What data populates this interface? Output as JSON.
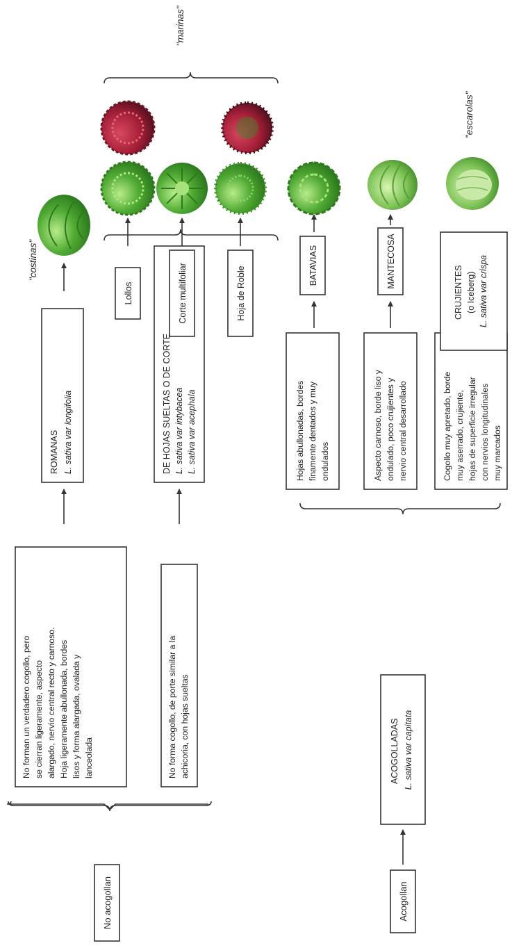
{
  "colors": {
    "line": "#333333",
    "box_border": "#333333",
    "lettuce_green_light": "#8fd96a",
    "lettuce_green": "#4faa32",
    "lettuce_green_dark": "#2d7a1e",
    "lettuce_red": "#b3233d",
    "lettuce_red_dark": "#5a1120"
  },
  "labels": {
    "no_acogollan": "No acogollan",
    "acogollan": "Acogollan",
    "costinas": "\"costinas\"",
    "marinas": "\"marinas\"",
    "escarolas": "\"escarolas\""
  },
  "descriptions": {
    "no_cogollo": [
      "No forman un verdadero cogollo, pero",
      "se cierran ligeramente, aspecto",
      "alargado, nervio central recto y carnoso.",
      "Hoja ligeramente abullonada, bordes",
      "lisos y forma alargada, ovalada y",
      "lanceolada"
    ],
    "no_forma": [
      "No forma cogollo, de porte similar a la",
      "achicoria, con hojas sueltas"
    ],
    "batavias_desc": [
      "Hojas abullonadas, bordes",
      "finamente dentados y muy",
      "ondulados"
    ],
    "mantecosa_desc": [
      "Aspecto carnoso, borde liso y",
      "ondulado, poco crujientes y",
      "nervio central desarrollado"
    ],
    "crujientes_desc": [
      "Cogollo muy apretado, borde",
      "muy aserrado, crujiente,",
      "hojas de superficie irregular",
      "con nervios longitudinales",
      "muy marcados"
    ]
  },
  "types": {
    "romanas": [
      "ROMANAS",
      "L. sativa var longifolia"
    ],
    "hojas_sueltas": [
      "DE HOJAS SUELTAS O DE CORTE",
      "L. sativa var intybacea",
      "L. sativa var acephala"
    ],
    "acogolladas": [
      "ACOGOLLADAS",
      "L. sativa var capitata"
    ],
    "lollos": "Lollos",
    "corte_multifoliar": "Corte multifoliar",
    "hoja_de_roble": "Hoja de Roble",
    "batavias": "BATAVIAS",
    "mantecosa": "MANTECOSA",
    "crujientes": [
      "CRUJIENTES",
      "(o Iceberg)",
      "L. sativa var crispa"
    ]
  },
  "lettuces": [
    {
      "id": "romana",
      "icon": "romaine-lettuce-icon",
      "color": "green"
    },
    {
      "id": "lollo-verde",
      "icon": "green-lollo-lettuce-icon",
      "color": "green"
    },
    {
      "id": "lollo-rojo",
      "icon": "red-lollo-lettuce-icon",
      "color": "red"
    },
    {
      "id": "corte-multifoliar",
      "icon": "multileaf-lettuce-icon",
      "color": "green"
    },
    {
      "id": "roble-verde",
      "icon": "green-oakleaf-lettuce-icon",
      "color": "green"
    },
    {
      "id": "roble-rojo",
      "icon": "red-oakleaf-lettuce-icon",
      "color": "red"
    },
    {
      "id": "batavia",
      "icon": "batavia-lettuce-icon",
      "color": "green"
    },
    {
      "id": "mantecosa",
      "icon": "butterhead-lettuce-icon",
      "color": "green"
    },
    {
      "id": "iceberg",
      "icon": "iceberg-lettuce-icon",
      "color": "green"
    }
  ]
}
